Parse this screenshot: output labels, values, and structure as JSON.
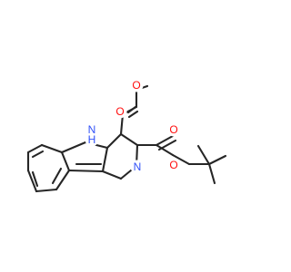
{
  "molecule": {
    "atom_labels": {
      "ester_carbonyl_oxygen": "O",
      "ester_methoxy_oxygen": "O",
      "indole_nh": "N",
      "indole_nh_hydrogen": "H",
      "ring_nitrogen": "N",
      "carbamate_carbonyl_oxygen": "O",
      "carbamate_ether_oxygen": "O"
    },
    "colors": {
      "bond": "#262626",
      "oxygen": "#ff0d0d",
      "nitrogen": "#3050f8"
    }
  }
}
